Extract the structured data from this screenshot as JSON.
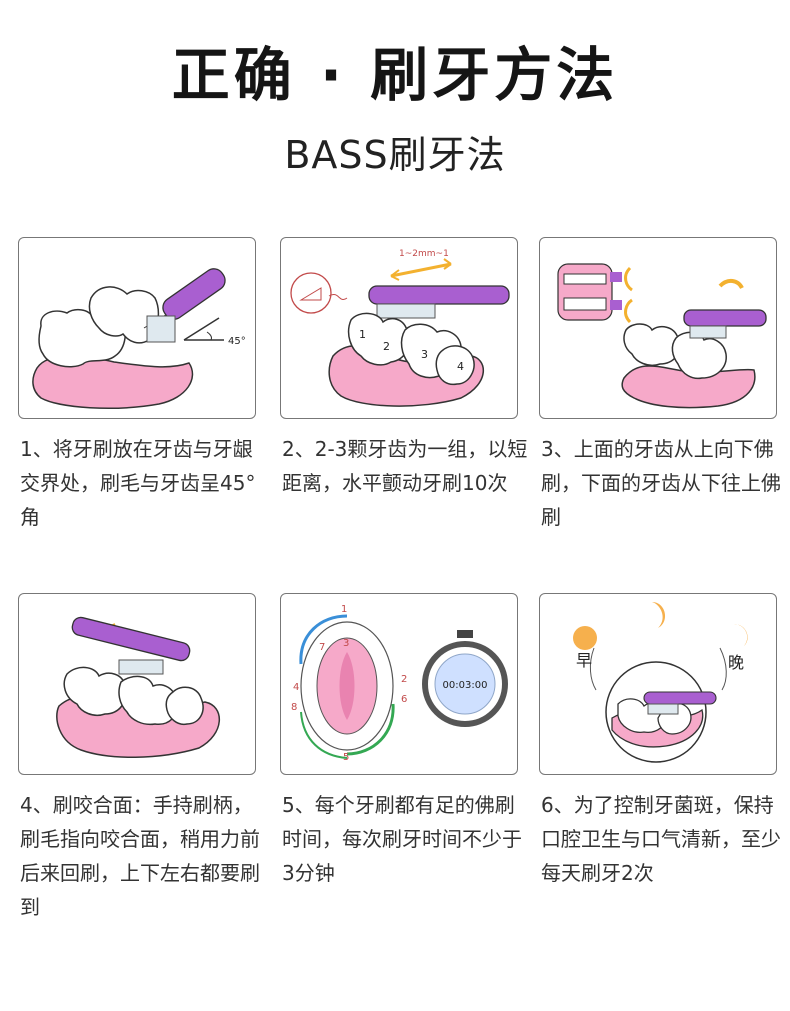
{
  "header": {
    "title": "正确 · 刷牙方法",
    "subtitle": "BASS刷牙法"
  },
  "steps": [
    {
      "text": "1、将牙刷放在牙齿与牙龈交界处，刷毛与牙齿呈45°角",
      "illustration": "toothbrush-45-degree",
      "angle_label": "45°"
    },
    {
      "text": "2、2-3颗牙齿为一组，以短距离，水平颤动牙刷10次",
      "illustration": "horizontal-vibration",
      "distance_label": "1~2mm~1",
      "tooth_numbers": [
        "1",
        "2",
        "3",
        "4"
      ]
    },
    {
      "text": "3、上面的牙齿从上向下佛刷，下面的牙齿从下往上佛刷",
      "illustration": "upper-lower-sweep"
    },
    {
      "text": "4、刷咬合面：手持刷柄，刷毛指向咬合面，稍用力前后来回刷，上下左右都要刷到",
      "illustration": "chewing-surface"
    },
    {
      "text": "5、每个牙刷都有足的佛刷时间，每次刷牙时间不少于3分钟",
      "illustration": "mouth-sequence-and-timer",
      "timer": "00:03:00",
      "sequence_numbers": [
        "1",
        "2",
        "3",
        "4",
        "5",
        "6",
        "7",
        "8"
      ]
    },
    {
      "text": "6、为了控制牙菌斑，保持口腔卫生与口气清新，至少每天刷牙2次",
      "illustration": "morning-evening",
      "morning_label": "早",
      "evening_label": "晚"
    }
  ],
  "colors": {
    "gum": "#f6a9c9",
    "gum_dark": "#e983b0",
    "brush": "#a95fd0",
    "brush_dark": "#7b3aa6",
    "tooth_outline": "#333333",
    "sun": "#f6b04d",
    "card_border": "#777777"
  }
}
